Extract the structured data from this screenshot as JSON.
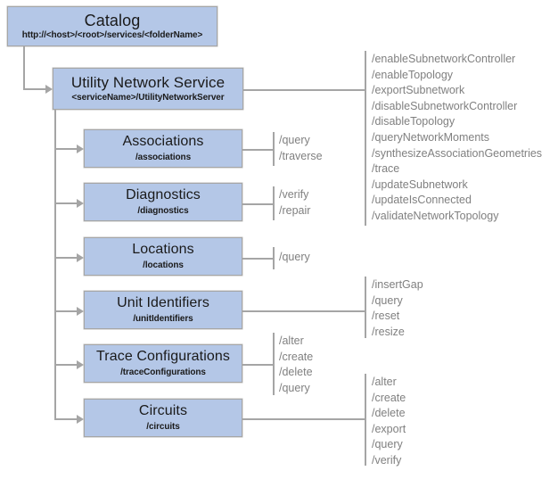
{
  "diagram": {
    "title": "Utility Network Service REST API resource hierarchy",
    "colors": {
      "node_fill": "#b4c7e7",
      "node_border": "#a6a6a6",
      "connector": "#a5a5a5",
      "operation_text": "#808080",
      "node_text": "#1a1a1a",
      "background": "#ffffff"
    }
  },
  "root": {
    "title": "Catalog",
    "path": "http://<host>/<root>/services/<folderName>"
  },
  "service": {
    "title": "Utility Network Service",
    "path": "<serviceName>/UtilityNetworkServer",
    "operations": [
      "/enableSubnetworkController",
      "/enableTopology",
      "/exportSubnetwork",
      "/disableSubnetworkController",
      "/disableTopology",
      "/queryNetworkMoments",
      "/synthesizeAssociationGeometries",
      "/trace",
      "/updateSubnetwork",
      "/updateIsConnected",
      "/validateNetworkTopology"
    ]
  },
  "children": [
    {
      "title": "Associations",
      "path": "/associations",
      "operations": [
        "/query",
        "/traverse"
      ]
    },
    {
      "title": "Diagnostics",
      "path": "/diagnostics",
      "operations": [
        "/verify",
        "/repair"
      ]
    },
    {
      "title": "Locations",
      "path": "/locations",
      "operations": [
        "/query"
      ]
    },
    {
      "title": "Unit Identifiers",
      "path": "/unitIdentifiers",
      "operations": [
        "/insertGap",
        "/query",
        "/reset",
        "/resize"
      ]
    },
    {
      "title": "Trace Configurations",
      "path": "/traceConfigurations",
      "operations": [
        "/alter",
        "/create",
        "/delete",
        "/query"
      ]
    },
    {
      "title": "Circuits",
      "path": "/circuits",
      "operations": [
        "/alter",
        "/create",
        "/delete",
        "/export",
        "/query",
        "/verify"
      ]
    }
  ]
}
